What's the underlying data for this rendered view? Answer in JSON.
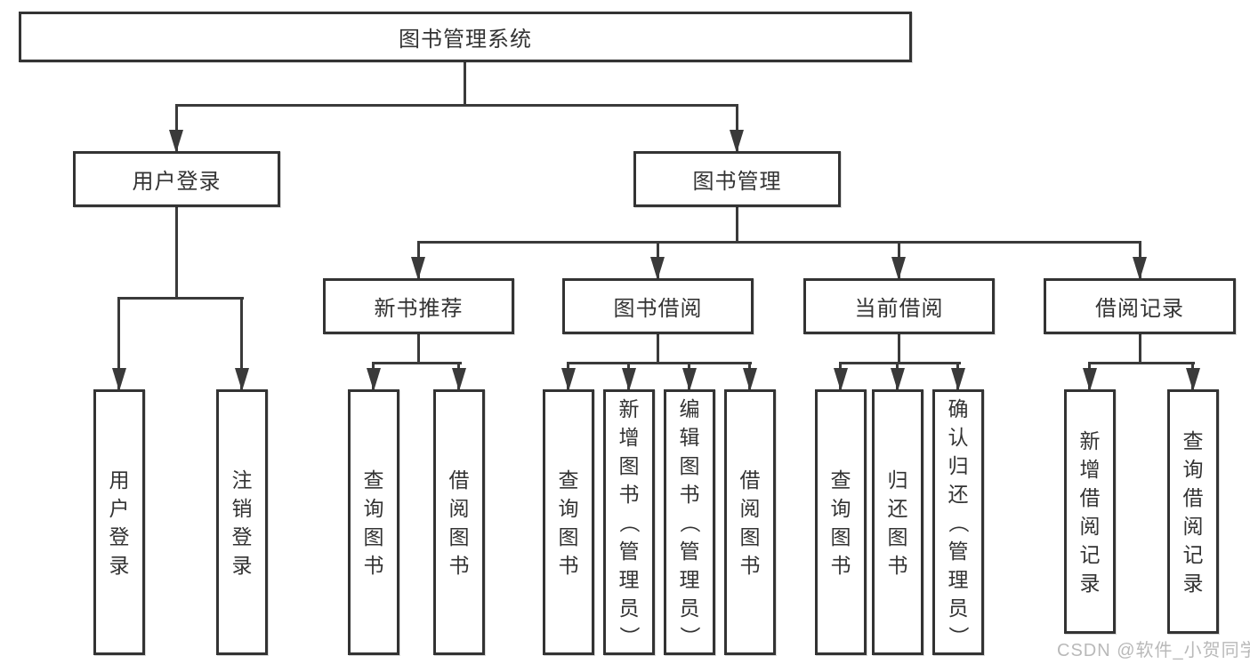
{
  "watermark": "CSDN @软件_小贺同学",
  "colors": {
    "line": "#3a3a3a",
    "border": "#333333",
    "text": "#333333",
    "watermark": "#b9b9b9",
    "background": "#ffffff"
  },
  "tree": {
    "root": {
      "label": "图书管理系统"
    },
    "level2": [
      {
        "label": "用户登录",
        "children": [
          {
            "label": "用户登录"
          },
          {
            "label": "注销登录"
          }
        ]
      },
      {
        "label": "图书管理",
        "children": [
          {
            "label": "新书推荐",
            "children": [
              {
                "label": "查询图书"
              },
              {
                "label": "借阅图书"
              }
            ]
          },
          {
            "label": "图书借阅",
            "children": [
              {
                "label": "查询图书"
              },
              {
                "label": "新增图书（管理员）"
              },
              {
                "label": "编辑图书（管理员）"
              },
              {
                "label": "借阅图书"
              }
            ]
          },
          {
            "label": "当前借阅",
            "children": [
              {
                "label": "查询图书"
              },
              {
                "label": "归还图书"
              },
              {
                "label": "确认归还（管理员）"
              }
            ]
          },
          {
            "label": "借阅记录",
            "children": [
              {
                "label": "新增借阅记录"
              },
              {
                "label": "查询借阅记录"
              }
            ]
          }
        ]
      }
    ]
  }
}
